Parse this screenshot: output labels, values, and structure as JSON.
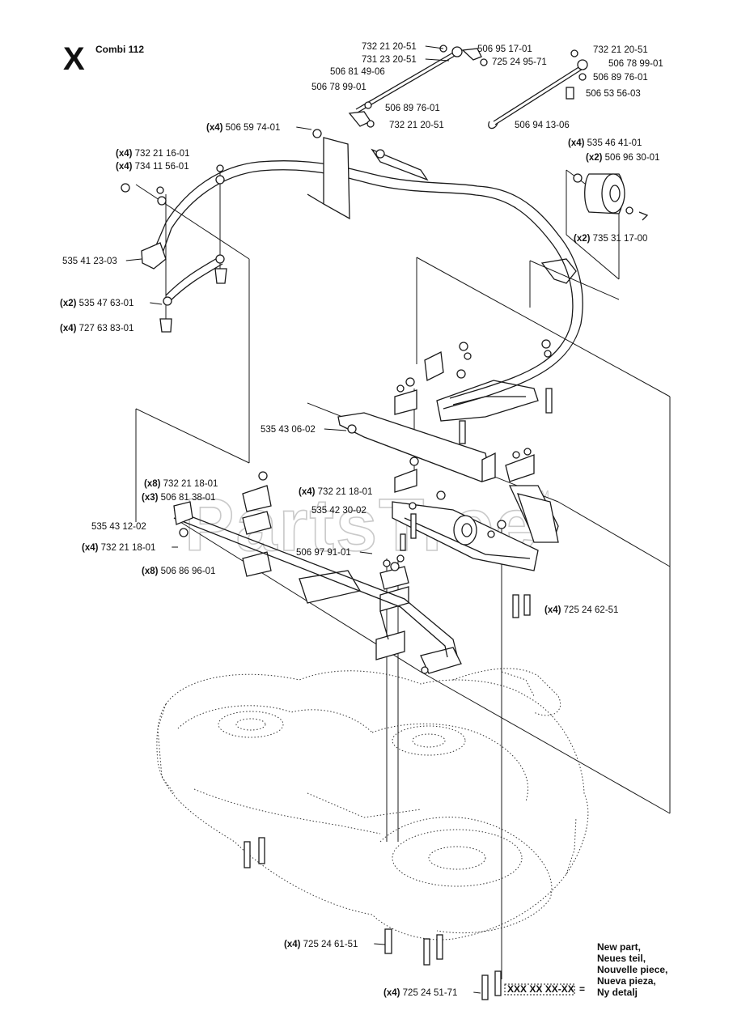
{
  "header": {
    "section_letter": "X",
    "model": "Combi 112"
  },
  "watermark": {
    "text": "PartsTree",
    "tm": "TM"
  },
  "labels": [
    {
      "part_no": "732 21 20-51",
      "qty": ""
    },
    {
      "part_no": "731 23 20-51",
      "qty": ""
    },
    {
      "part_no": "506 81 49-06",
      "qty": ""
    },
    {
      "part_no": "506 78 99-01",
      "qty": ""
    },
    {
      "part_no": "506 89 76-01",
      "qty": ""
    },
    {
      "part_no": "732 21 20-51",
      "qty": ""
    },
    {
      "part_no": "506 95 17-01",
      "qty": ""
    },
    {
      "part_no": "725 24 95-71",
      "qty": ""
    },
    {
      "part_no": "732 21 20-51",
      "qty": ""
    },
    {
      "part_no": "506 78 99-01",
      "qty": ""
    },
    {
      "part_no": "506 89 76-01",
      "qty": ""
    },
    {
      "part_no": "506 53 56-03",
      "qty": ""
    },
    {
      "part_no": "506 94 13-06",
      "qty": ""
    },
    {
      "part_no": "506 59 74-01",
      "qty": "(x4)"
    },
    {
      "part_no": "732 21 16-01",
      "qty": "(x4)"
    },
    {
      "part_no": "734 11 56-01",
      "qty": "(x4)"
    },
    {
      "part_no": "535 46 41-01",
      "qty": "(x4)"
    },
    {
      "part_no": "506 96 30-01",
      "qty": "(x2)"
    },
    {
      "part_no": "735 31 17-00",
      "qty": "(x2)"
    },
    {
      "part_no": "535 41 23-03",
      "qty": ""
    },
    {
      "part_no": "535 47 63-01",
      "qty": "(x2)"
    },
    {
      "part_no": "727 63 83-01",
      "qty": "(x4)"
    },
    {
      "part_no": "535 43 06-02",
      "qty": ""
    },
    {
      "part_no": "732 21 18-01",
      "qty": "(x8)"
    },
    {
      "part_no": "506 81 38-01",
      "qty": "(x3)"
    },
    {
      "part_no": "535 43 12-02",
      "qty": ""
    },
    {
      "part_no": "732 21 18-01",
      "qty": "(x4)"
    },
    {
      "part_no": "506 86 96-01",
      "qty": "(x8)"
    },
    {
      "part_no": "732 21 18-01",
      "qty": "(x4)"
    },
    {
      "part_no": "535 42 30-02",
      "qty": ""
    },
    {
      "part_no": "506 97 91-01",
      "qty": ""
    },
    {
      "part_no": "725 24 62-51",
      "qty": "(x4)"
    },
    {
      "part_no": "725 24 61-51",
      "qty": "(x4)"
    },
    {
      "part_no": "725 24 51-71",
      "qty": "(x4)"
    }
  ],
  "legend": {
    "code": "XXX XX XX-XX",
    "equals": "=",
    "lines": [
      "New part,",
      "Neues teil,",
      "Nouvelle piece,",
      "Nueva pieza,",
      "Ny detalj"
    ]
  }
}
